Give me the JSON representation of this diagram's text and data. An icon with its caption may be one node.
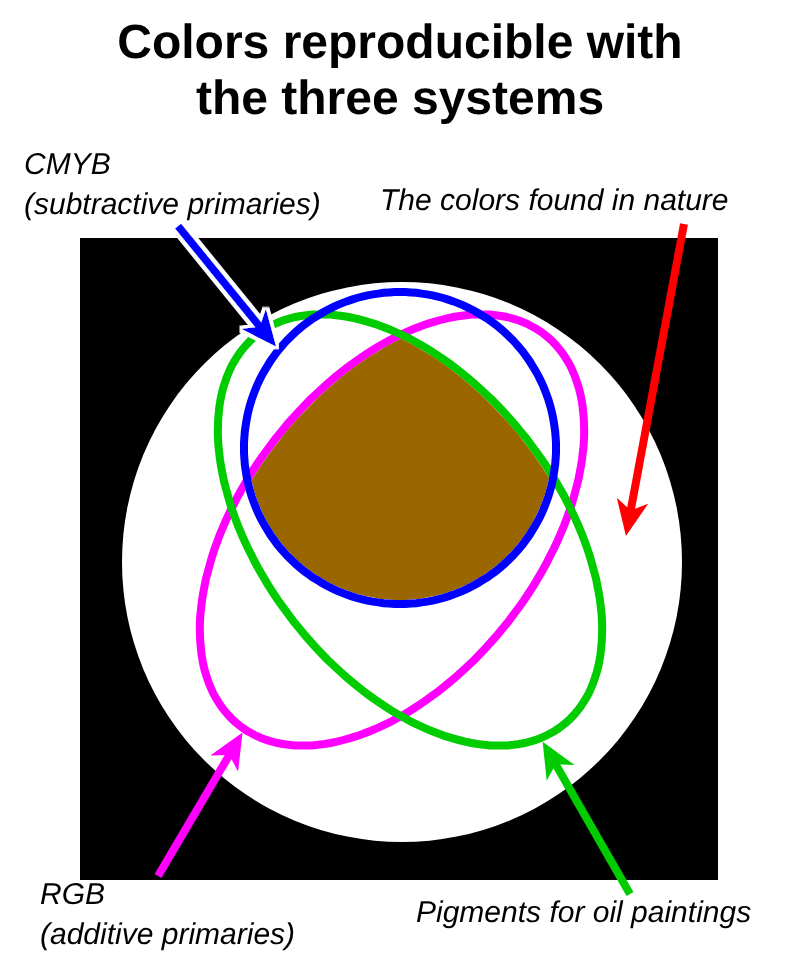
{
  "diagram": {
    "title": "Colors reproducible with the three systems",
    "nodes": [
      {
        "text": [
          "CMYB",
          "(subtractive primaries)"
        ]
      },
      {
        "text": [
          "The colors found in nature"
        ]
      },
      {
        "text": [],
        "shape": "circle"
      },
      {
        "text": [],
        "shape": "circle",
        "in": 2
      },
      {
        "text": [],
        "shape": "ellipse",
        "in": 2
      },
      {
        "text": [],
        "shape": "ellipse",
        "in": 2
      },
      {
        "text": [],
        "shape": "region",
        "in": 3
      },
      {
        "text": [
          "RGB",
          "(additive primaries)"
        ]
      },
      {
        "text": [
          "Pigments for oil paintings"
        ]
      }
    ],
    "edges": [
      {
        "from": 0,
        "to": 3,
        "arrow": "to",
        "color": "#0000ff"
      },
      {
        "from": 1,
        "to": 2,
        "arrow": "to",
        "color": "#ff0000"
      },
      {
        "from": 7,
        "to": 4,
        "arrow": "to",
        "color": "#ff00ff"
      },
      {
        "from": 8,
        "to": 5,
        "arrow": "to",
        "color": "#00cc00"
      }
    ]
  }
}
